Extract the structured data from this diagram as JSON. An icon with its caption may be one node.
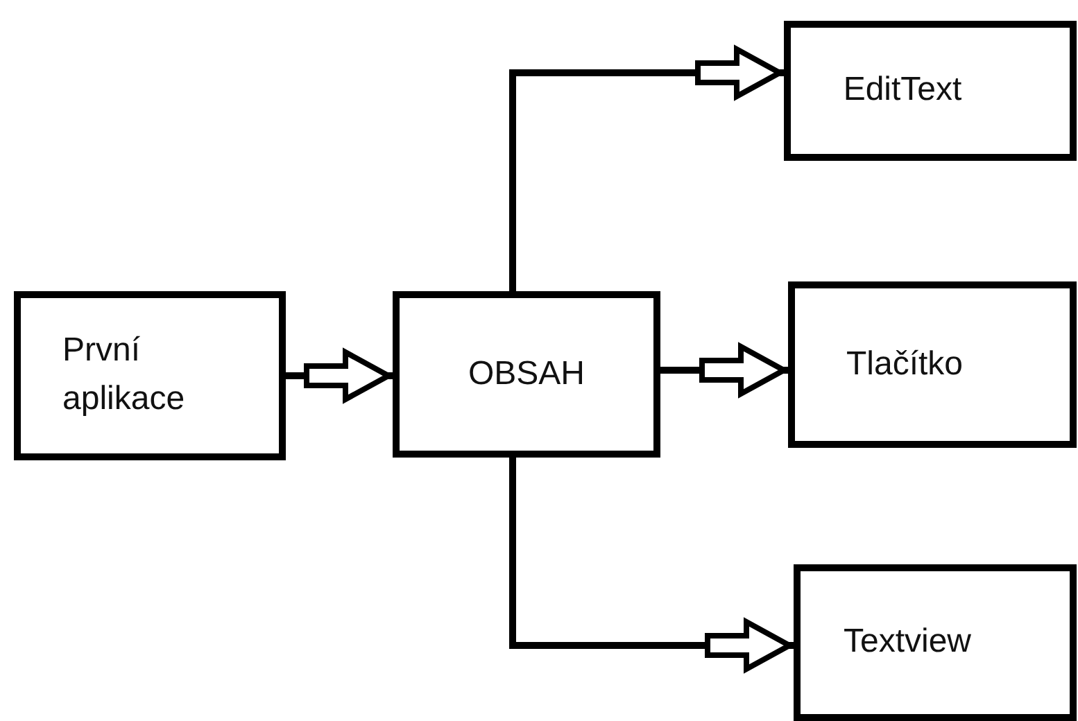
{
  "diagram": {
    "nodes": [
      {
        "text": [
          "První aplikace"
        ]
      },
      {
        "text": [
          "OBSAH"
        ]
      },
      {
        "text": [
          "EditText"
        ]
      },
      {
        "text": [
          "Tlačítko"
        ]
      },
      {
        "text": [
          "Textview"
        ]
      }
    ],
    "edges": [
      {
        "from": 0,
        "to": 1,
        "arrow": "to"
      },
      {
        "from": 1,
        "to": 2,
        "arrow": "to"
      },
      {
        "from": 1,
        "to": 3,
        "arrow": "to"
      },
      {
        "from": 1,
        "to": 4,
        "arrow": "to"
      }
    ]
  }
}
